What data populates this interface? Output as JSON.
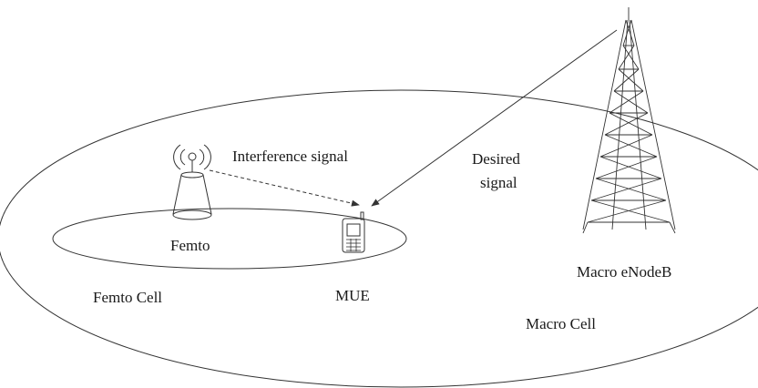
{
  "labels": {
    "interference": "Interference signal",
    "desired_line1": "Desired",
    "desired_line2": "signal",
    "femto": "Femto",
    "femto_cell": "Femto Cell",
    "mue": "MUE",
    "macro_enodeb": "Macro eNodeB",
    "macro_cell": "Macro Cell"
  },
  "icons": [
    "femto-base-station-icon",
    "mobile-phone-icon",
    "macro-tower-icon"
  ]
}
